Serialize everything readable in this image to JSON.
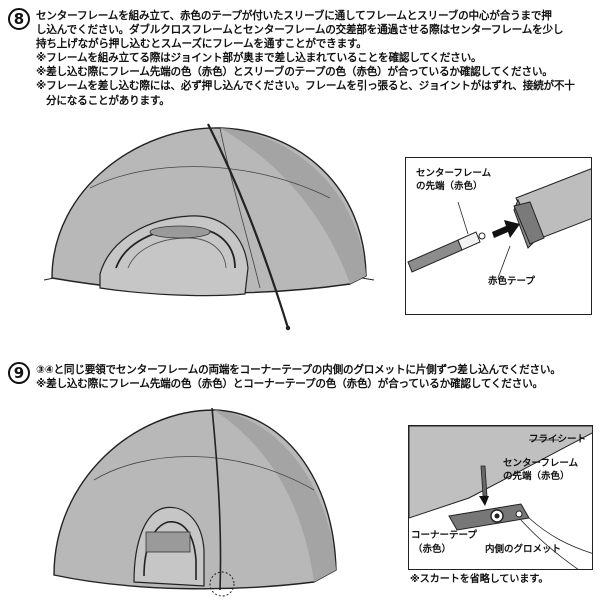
{
  "step8": {
    "number": "8",
    "lines": [
      "センターフレームを組み立て、赤色のテープが付いたスリーブに通してフレームとスリーブの中心が合うまで押",
      "し込んでください。ダブルクロスフレームとセンターフレームの交差部を通過させる際はセンターフレームを少し",
      "持ち上げながら押し込むとスムーズにフレームを通すことができます。",
      "※フレームを組み立てる際はジョイント部が奥まで差し込まれていることを確認してください。",
      "※差し込む際にフレーム先端の色（赤色）とスリーブのテープの色（赤色）が合っているか確認してください。",
      "※フレームを差し込む際には、必ず押し込んでください。フレームを引っ張ると、ジョイントがはずれ、接続が不十",
      "分になることがあります。"
    ],
    "detail": {
      "label_tip_line1": "センターフレーム",
      "label_tip_line2": "の先端（赤色）",
      "label_tape": "赤色テープ"
    }
  },
  "step9": {
    "number": "9",
    "lines": [
      "③④と同じ要領でセンターフレームの両端をコーナーテープの内側のグロメットに片側ずつ差し込んでください。",
      "※差し込む際にフレーム先端の色（赤色）とコーナーテープの色（赤色）が合っているか確認してください。"
    ],
    "detail": {
      "label_flysheet": "フライシート",
      "label_tip_line1": "センターフレーム",
      "label_tip_line2": "の先端（赤色）",
      "label_corner_line1": "コーナーテープ",
      "label_corner_line2": "（赤色）",
      "label_grommet": "内側のグロメット",
      "note": "※スカートを省略しています。"
    }
  }
}
